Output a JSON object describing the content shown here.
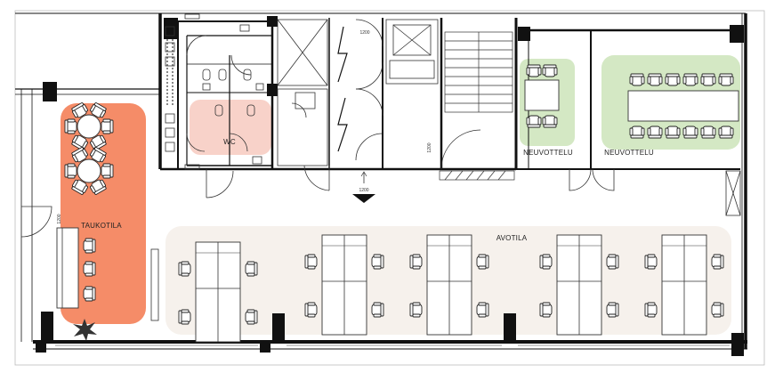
{
  "rooms": {
    "wc": "WC",
    "taukotila": "TAUKOTILA",
    "avotila": "AVOTILA",
    "neuvottelu_1": "NEUVOTTELU",
    "neuvottelu_2": "NEUVOTTELU"
  },
  "dimensions": {
    "d1200_top": "1200",
    "d1200_bottom": "1200",
    "d1200_stair": "1200",
    "d1200_side": "1200"
  },
  "colors": {
    "taukotila": "#f58c68",
    "wc": "#f8d2c9",
    "neuvottelu": "#d4e8c4",
    "avotila": "#f6f1ec"
  },
  "icons": {
    "plant": "plant-icon",
    "entrance": "entrance-arrow-icon"
  }
}
